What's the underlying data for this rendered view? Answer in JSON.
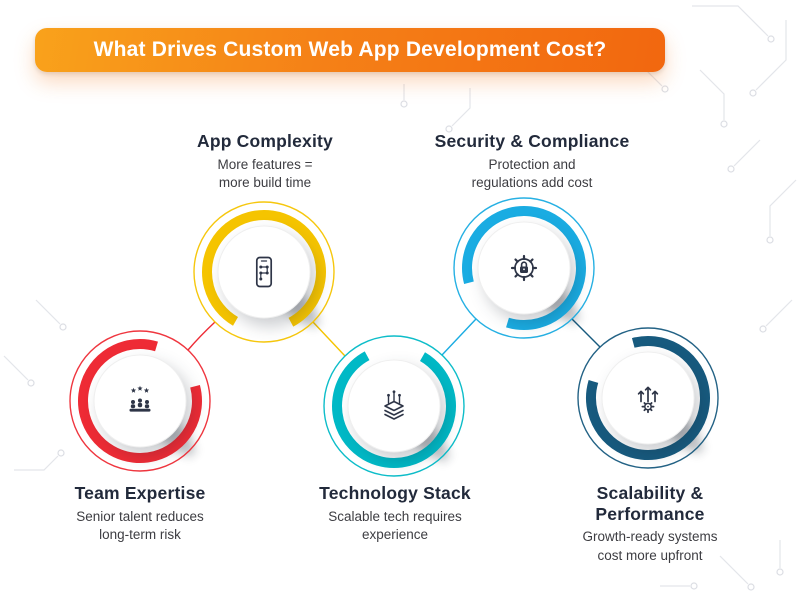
{
  "header": {
    "title": "What Drives Custom Web App Development Cost?"
  },
  "colors": {
    "banner_gradient_from": "#f9a21b",
    "banner_gradient_to": "#f2670f",
    "heading_text": "#222a3b",
    "body_text": "#3d3d42",
    "icon_stroke": "#2e3547",
    "circuit_lines": "#e3e5ea",
    "background": "#ffffff"
  },
  "nodes": [
    {
      "id": "app-complexity",
      "title": "App Complexity",
      "desc": "More features =\nmore build time",
      "color": "#f5c400",
      "icon": "phone-flow-icon"
    },
    {
      "id": "security-compliance",
      "title": "Security & Compliance",
      "desc": "Protection and\nregulations add cost",
      "color": "#1aace2",
      "icon": "gear-lock-icon"
    },
    {
      "id": "team-expertise",
      "title": "Team Expertise",
      "desc": "Senior talent reduces\nlong-term risk",
      "color": "#ee2b35",
      "icon": "team-stars-icon"
    },
    {
      "id": "technology-stack",
      "title": "Technology Stack",
      "desc": "Scalable tech requires\nexperience",
      "color": "#00b9c6",
      "icon": "layers-stack-icon"
    },
    {
      "id": "scalability-performance",
      "title": "Scalability &\nPerformance",
      "desc": "Growth-ready systems\ncost more upfront",
      "color": "#175a7e",
      "icon": "growth-arrows-gear-icon"
    }
  ]
}
